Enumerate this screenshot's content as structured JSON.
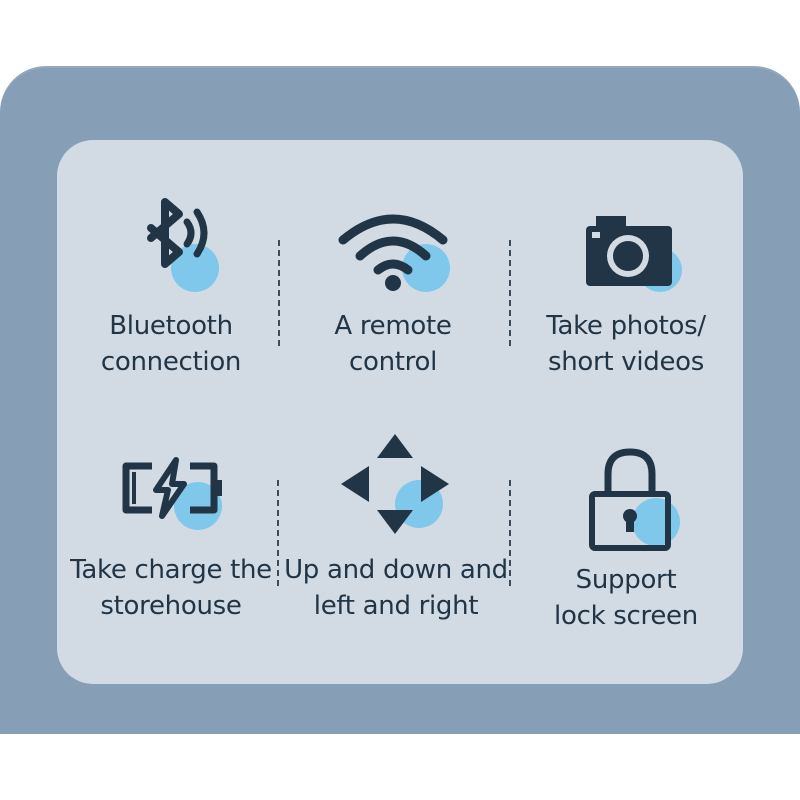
{
  "colors": {
    "background": "#869eb6",
    "panel": "#d2dbe4",
    "icon_dark": "#213547",
    "icon_accent": "#7fc8ec"
  },
  "features": [
    {
      "icon": "bluetooth-icon",
      "line1": "Bluetooth",
      "line2": "connection"
    },
    {
      "icon": "wifi-icon",
      "line1": "A remote",
      "line2": "control"
    },
    {
      "icon": "camera-icon",
      "line1": "Take photos/",
      "line2": "short videos"
    },
    {
      "icon": "battery-charging-icon",
      "line1": "Take charge the",
      "line2": "storehouse"
    },
    {
      "icon": "direction-arrows-icon",
      "line1": "Up and down and",
      "line2": "left and right"
    },
    {
      "icon": "lock-icon",
      "line1": "Support",
      "line2": "lock screen"
    }
  ]
}
